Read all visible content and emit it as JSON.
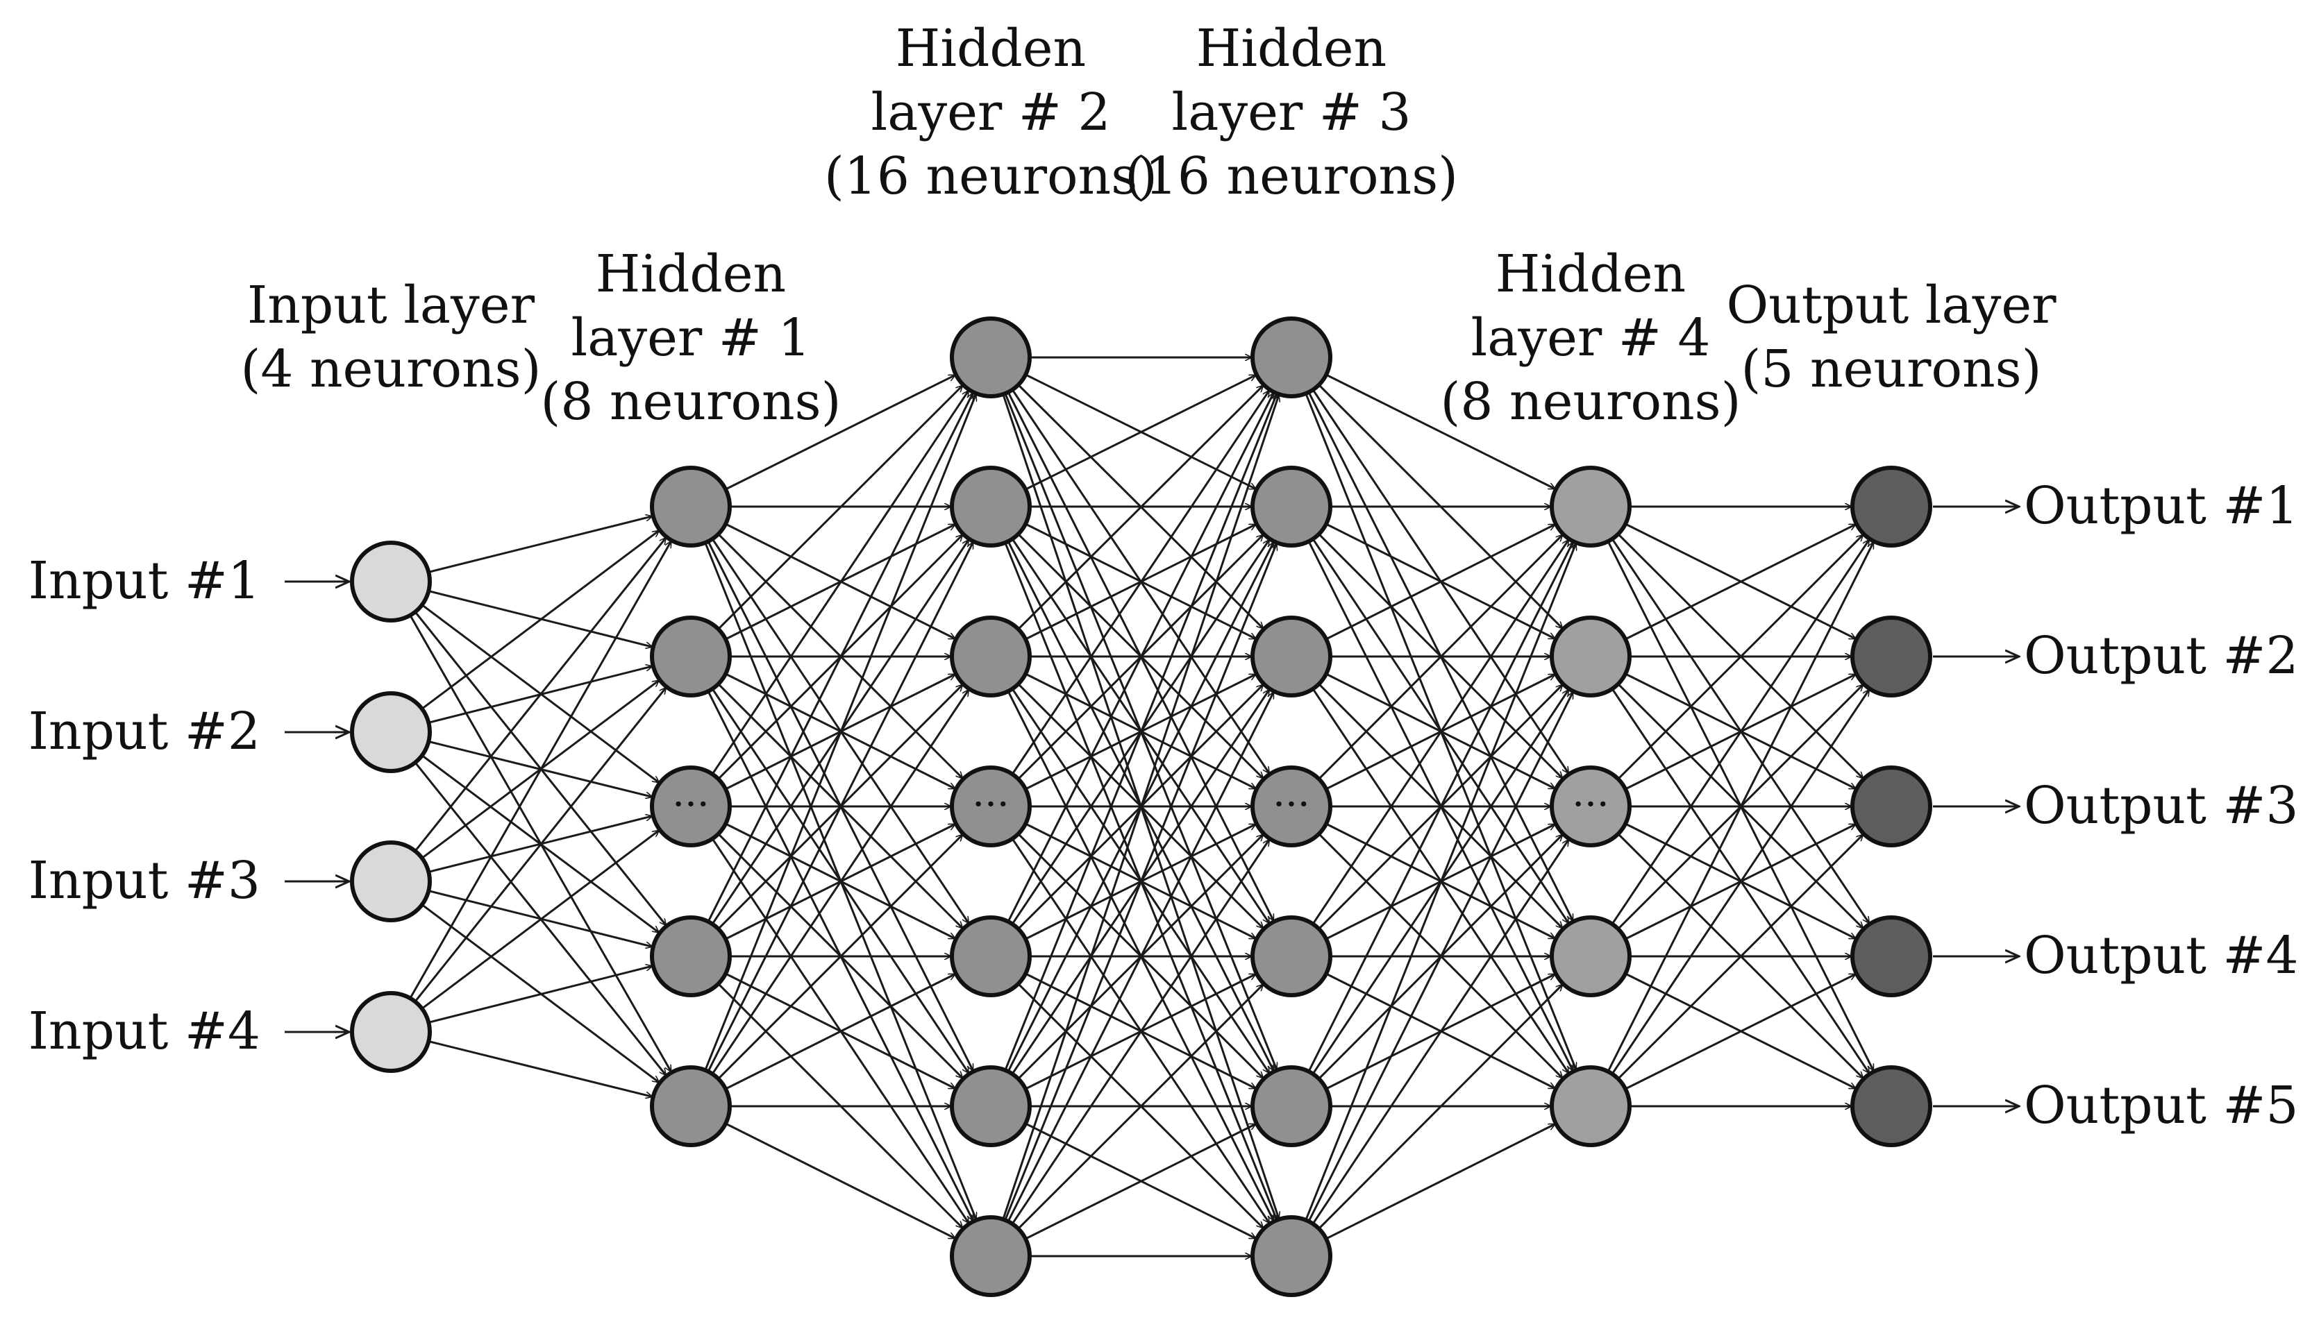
{
  "layers": [
    {
      "id": "input",
      "title": [
        "Input layer",
        "(4 neurons)"
      ],
      "fill": "#d9d9d9",
      "nodes": 4,
      "ellipsis_index": -1,
      "inputs": [
        "Input #1",
        "Input #2",
        "Input #3",
        "Input #4"
      ]
    },
    {
      "id": "hidden1",
      "title": [
        "Hidden",
        "layer # 1",
        "(8 neurons)"
      ],
      "fill": "#909090",
      "nodes": 5,
      "ellipsis_index": 2
    },
    {
      "id": "hidden2",
      "title": [
        "Hidden",
        "layer # 2",
        "(16 neurons)"
      ],
      "fill": "#909090",
      "nodes": 7,
      "ellipsis_index": 3
    },
    {
      "id": "hidden3",
      "title": [
        "Hidden",
        "layer # 3",
        "(16 neurons)"
      ],
      "fill": "#909090",
      "nodes": 7,
      "ellipsis_index": 3
    },
    {
      "id": "hidden4",
      "title": [
        "Hidden",
        "layer # 4",
        "(8 neurons)"
      ],
      "fill": "#a0a0a0",
      "nodes": 5,
      "ellipsis_index": 2
    },
    {
      "id": "output",
      "title": [
        "Output layer",
        "(5 neurons)"
      ],
      "fill": "#5e5e5e",
      "nodes": 5,
      "ellipsis_index": -1,
      "outputs": [
        "Output #1",
        "Output #2",
        "Output #3",
        "Output #4",
        "Output #5"
      ]
    }
  ],
  "ellipsis_symbol": "···"
}
